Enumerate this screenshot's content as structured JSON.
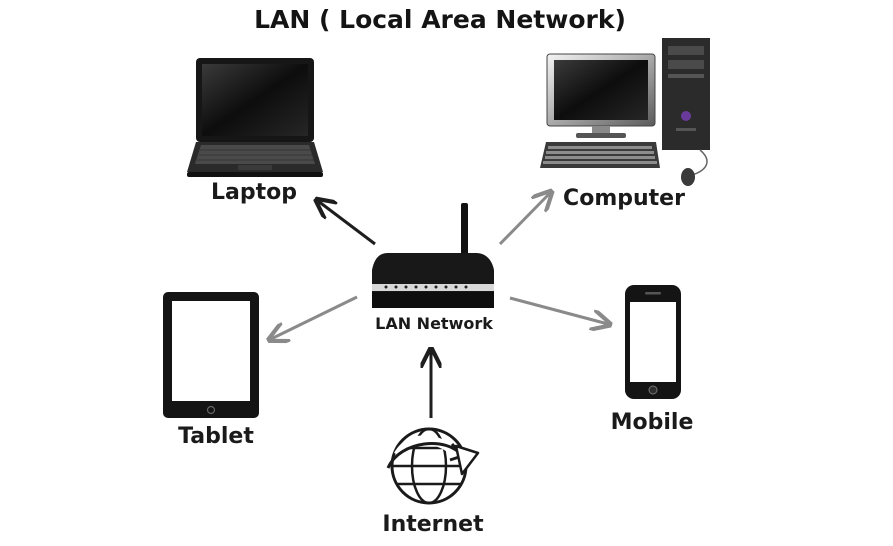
{
  "title": "LAN ( Local Area Network)",
  "nodes": {
    "laptop": {
      "label": "Laptop",
      "icon": "laptop-icon"
    },
    "computer": {
      "label": "Computer",
      "icon": "desktop-computer-icon"
    },
    "router": {
      "label": "LAN Network",
      "icon": "router-icon"
    },
    "tablet": {
      "label": "Tablet",
      "icon": "tablet-icon"
    },
    "mobile": {
      "label": "Mobile",
      "icon": "mobile-phone-icon"
    },
    "internet": {
      "label": "Internet",
      "icon": "globe-icon"
    }
  },
  "colors": {
    "arrow_dark": "#1e1e1e",
    "arrow_gray": "#8a8a8a",
    "device_black": "#141414",
    "text": "#1a1a1a"
  }
}
